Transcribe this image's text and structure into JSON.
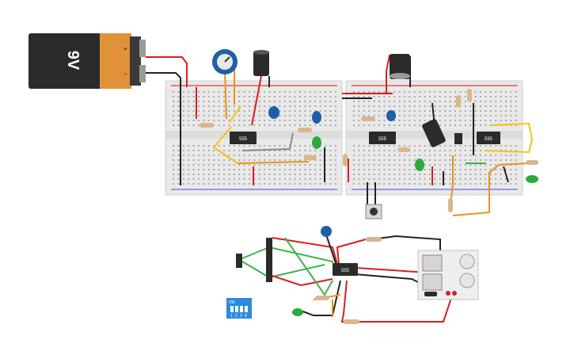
{
  "battery": {
    "label": "9V",
    "plus": "+",
    "minus": "−"
  },
  "ics": [
    {
      "label": "555"
    },
    {
      "label": "555"
    },
    {
      "label": "555"
    },
    {
      "label": "555"
    }
  ],
  "dip_switch": {
    "label": "ON",
    "nums": [
      "1",
      "2",
      "3",
      "4"
    ]
  },
  "colors": {
    "wire_red": "#d81f1f",
    "wire_black": "#222222",
    "wire_green": "#3cb54a",
    "wire_yellow": "#f2c417",
    "wire_orange": "#e8921c",
    "wire_gray": "#8a8a8a",
    "breadboard": "#e8e8e8",
    "ic_body": "#2b2b2b",
    "cap_blue": "#1f5fa8",
    "led_green": "#2cab3a"
  }
}
